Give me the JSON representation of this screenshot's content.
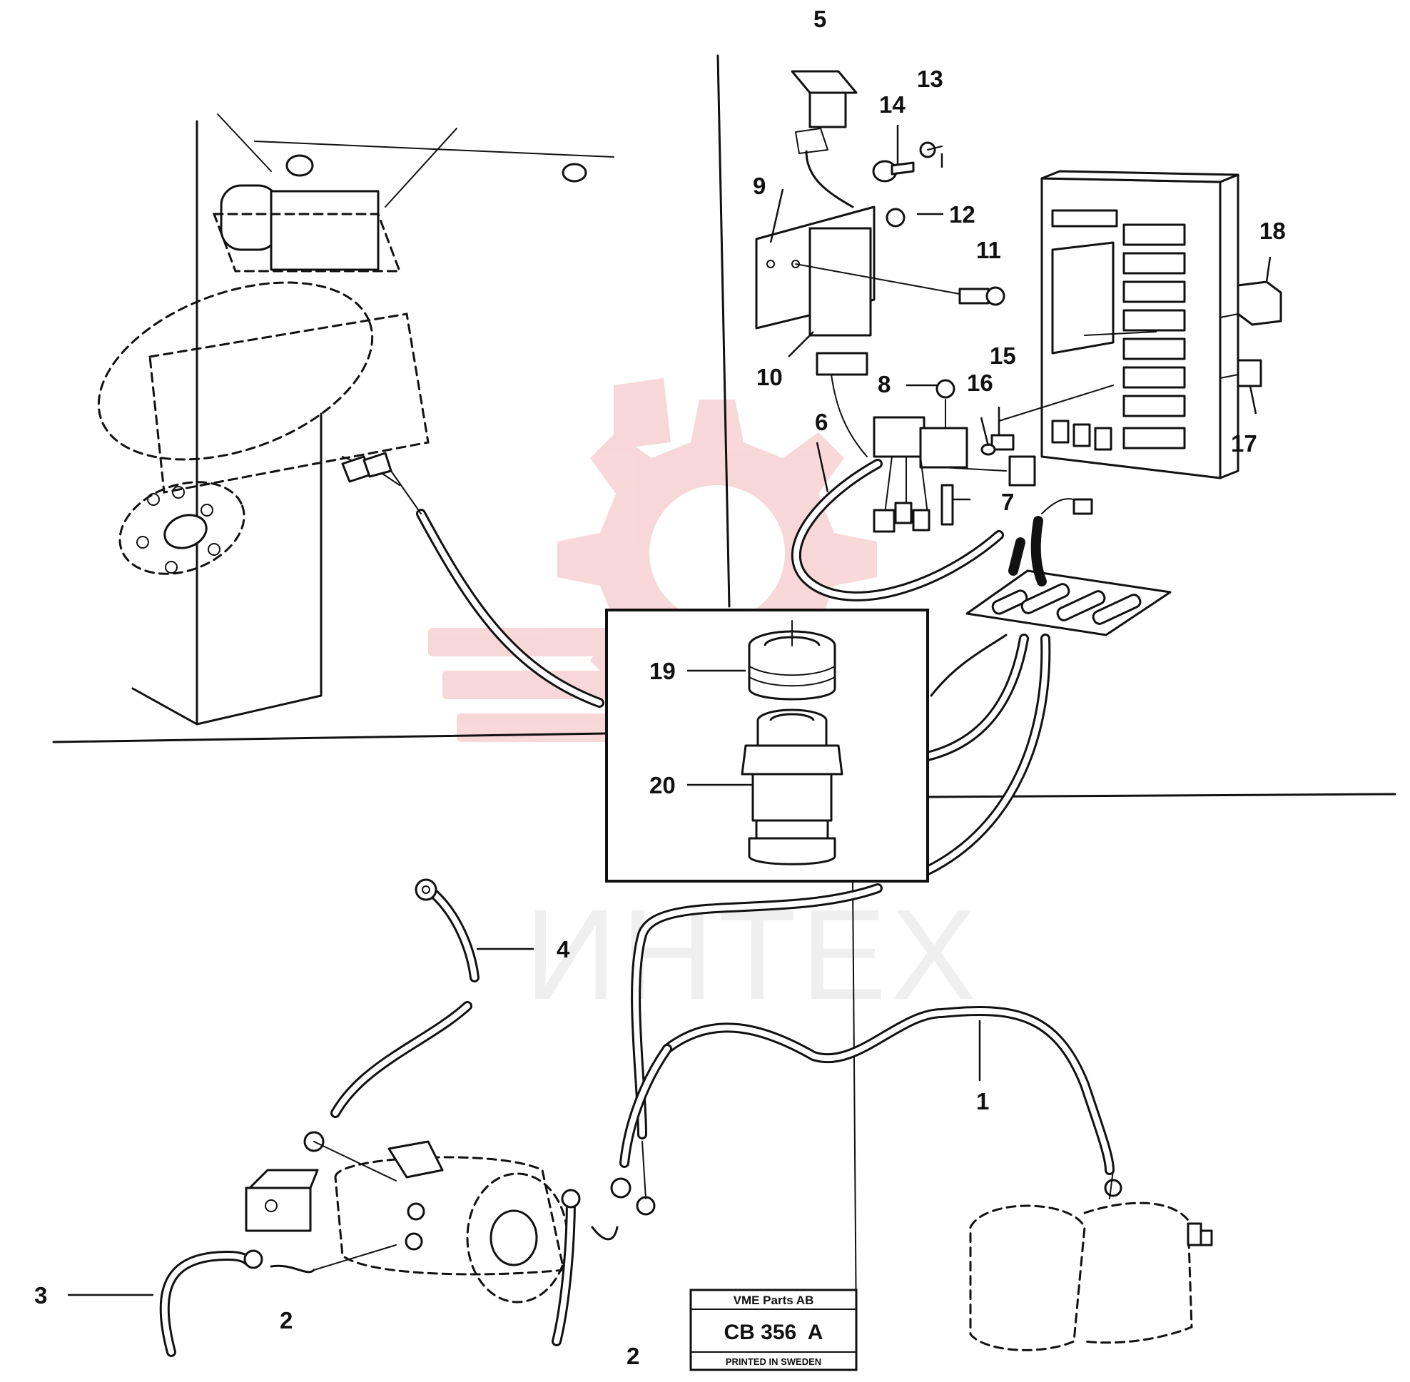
{
  "callouts": [
    {
      "id": "1",
      "label": "1"
    },
    {
      "id": "2a",
      "label": "2"
    },
    {
      "id": "2b",
      "label": "2"
    },
    {
      "id": "3",
      "label": "3"
    },
    {
      "id": "4",
      "label": "4"
    },
    {
      "id": "5",
      "label": "5"
    },
    {
      "id": "6",
      "label": "6"
    },
    {
      "id": "7",
      "label": "7"
    },
    {
      "id": "8",
      "label": "8"
    },
    {
      "id": "9",
      "label": "9"
    },
    {
      "id": "10",
      "label": "10"
    },
    {
      "id": "11",
      "label": "11"
    },
    {
      "id": "12",
      "label": "12"
    },
    {
      "id": "13",
      "label": "13"
    },
    {
      "id": "14",
      "label": "14"
    },
    {
      "id": "15",
      "label": "15"
    },
    {
      "id": "16",
      "label": "16"
    },
    {
      "id": "17",
      "label": "17"
    },
    {
      "id": "18",
      "label": "18"
    },
    {
      "id": "19",
      "label": "19"
    },
    {
      "id": "20",
      "label": "20"
    }
  ],
  "stamp": {
    "company": "VME Parts AB",
    "code": "CB 356  A",
    "footer": "PRINTED IN SWEDEN"
  },
  "watermark": {
    "text": "ИНТЕХ",
    "color": "#f2b8b8"
  }
}
